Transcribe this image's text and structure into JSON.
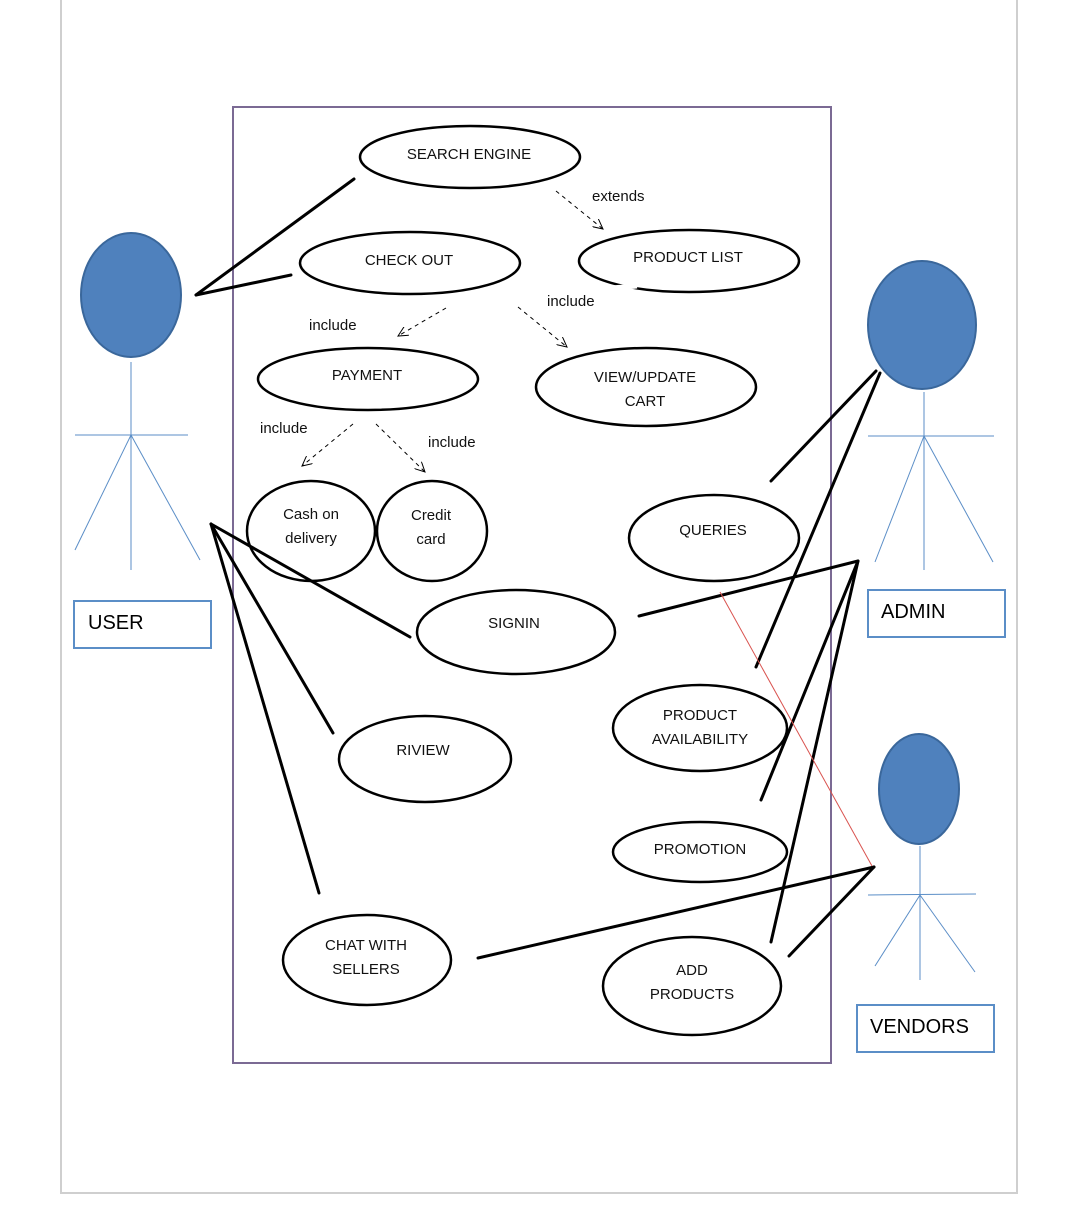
{
  "actors": {
    "user": "USER",
    "admin": "ADMIN",
    "vendors": "VENDORS"
  },
  "use_cases": {
    "search_engine": "SEARCH ENGINE",
    "check_out": "CHECK OUT",
    "product_list": "PRODUCT LIST",
    "payment": "PAYMENT",
    "view_update_cart_1": "VIEW/UPDATE",
    "view_update_cart_2": "CART",
    "cash_on_delivery_1": "Cash on",
    "cash_on_delivery_2": "delivery",
    "credit_card_1": "Credit",
    "credit_card_2": "card",
    "queries": "QUERIES",
    "signin": "SIGNIN",
    "product_availability_1": "PRODUCT",
    "product_availability_2": "AVAILABILITY",
    "riview": "RIVIEW",
    "promotion": "PROMOTION",
    "chat_with_sellers_1": "CHAT WITH",
    "chat_with_sellers_2": "SELLERS",
    "add_products_1": "ADD",
    "add_products_2": "PRODUCTS"
  },
  "relations": {
    "extends": "extends",
    "include_checkout_cart": "include",
    "include_checkout_payment": "include",
    "include_payment_cash": "include",
    "include_payment_card": "include"
  },
  "colors": {
    "actor_fill": "#4f81bd",
    "actor_stroke": "#3a679b",
    "actor_limb": "#5b8ec7",
    "system_border": "#7b6a94",
    "label_box_border": "#5b8ec7",
    "red_line": "#d9534f"
  }
}
